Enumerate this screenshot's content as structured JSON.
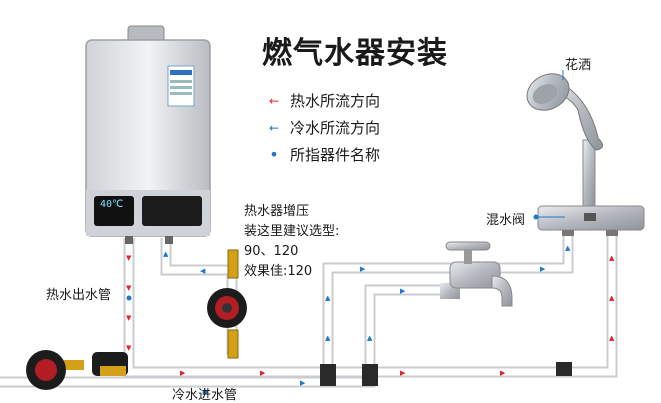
{
  "title": "燃气水器安装",
  "legend": [
    {
      "marker": "←",
      "text": "热水所流方向",
      "color": "#e0242a"
    },
    {
      "marker": "←",
      "text": "冷水所流方向",
      "color": "#1e78c8"
    },
    {
      "marker": "•",
      "text": "所指器件名称",
      "color": "#1e78c8"
    }
  ],
  "labels": {
    "shower": "花洒",
    "mixer_valve": "混水阀",
    "hot_outlet_pipe": "热水出水管",
    "cold_inlet_pipe": "冷水进水管"
  },
  "booster_note": [
    "热水器增压",
    "装这里建议选型:",
    "90、120",
    "效果佳:120"
  ],
  "heater": {
    "display": "40℃"
  },
  "colors": {
    "hot": "#e0242a",
    "cold": "#1e78c8",
    "pipe": "#c9ccd1"
  }
}
